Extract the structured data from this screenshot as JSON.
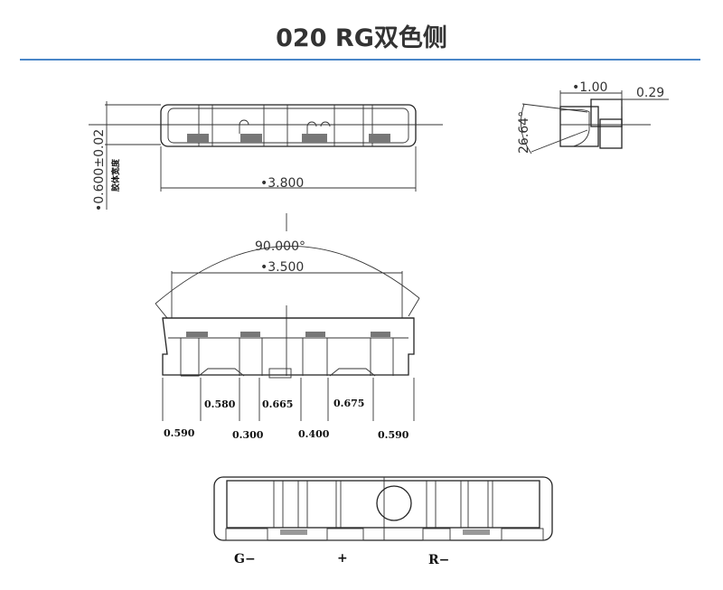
{
  "title": "020 RG双色侧",
  "top_view": {
    "length": "•3.800",
    "height": "•0.600±0.02",
    "height_note": "胶体宽度"
  },
  "side_view": {
    "depth": "•1.00",
    "offset": "0.29",
    "angle": "26.64°"
  },
  "front_view": {
    "angle": "90.000°",
    "width": "•3.500",
    "dims_upper": [
      "0.580",
      "0.665",
      "0.675"
    ],
    "dims_lower": [
      "0.590",
      "0.300",
      "0.400",
      "0.590"
    ]
  },
  "bottom_view": {
    "pins": [
      "G−",
      "+",
      "R−"
    ]
  },
  "colors": {
    "accent_rule": "#4a86c8",
    "title": "#333333"
  }
}
